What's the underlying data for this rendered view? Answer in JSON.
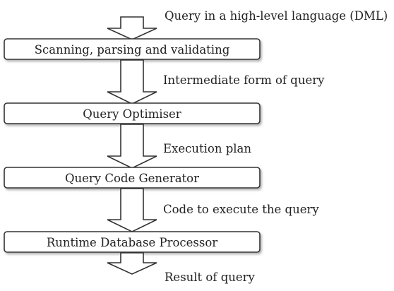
{
  "diagram": {
    "input_label": "Query in a high-level language (DML)",
    "stages": [
      {
        "label": "Scanning, parsing and validating"
      },
      {
        "label": "Query Optimiser"
      },
      {
        "label": "Query Code Generator"
      },
      {
        "label": "Runtime Database Processor"
      }
    ],
    "transitions": [
      {
        "label": "Intermediate form of query"
      },
      {
        "label": "Execution plan"
      },
      {
        "label": "Code to execute the query"
      }
    ],
    "output_label": "Result of query",
    "colors": {
      "stroke": "#333333",
      "text": "#222222",
      "fill": "#ffffff",
      "shadow": "#b0b0b0"
    }
  }
}
